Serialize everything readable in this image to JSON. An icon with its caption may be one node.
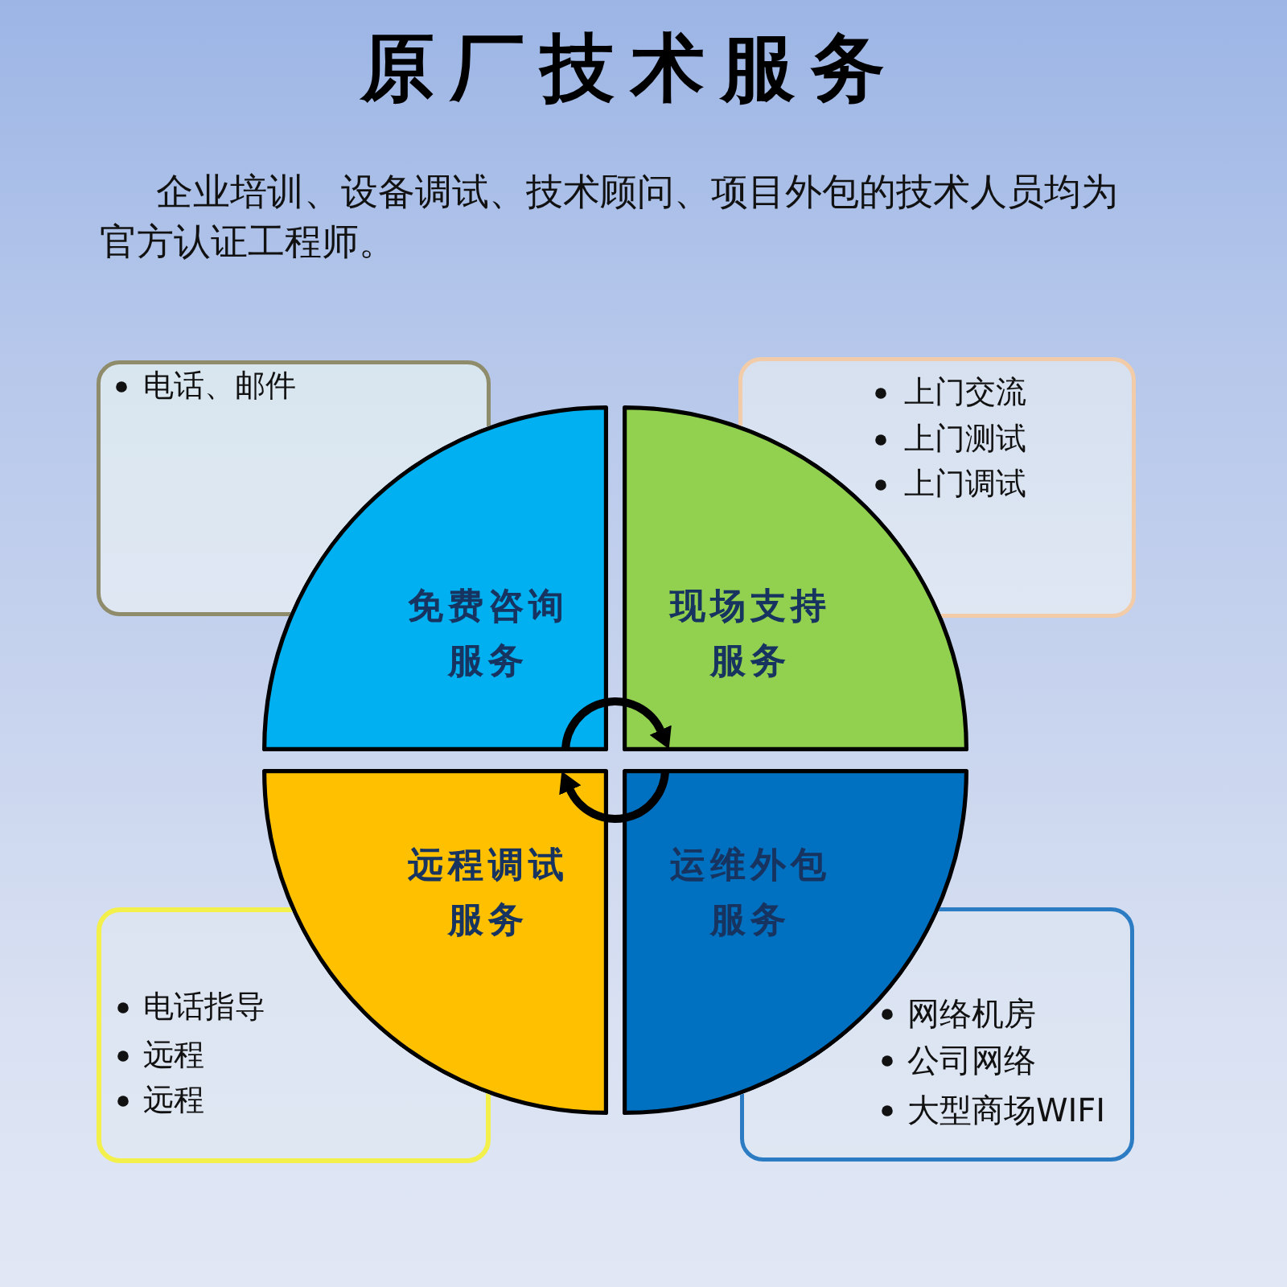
{
  "diagram": {
    "title": "原厂技术服务",
    "nodes": [
      {
        "text": [
          "电话、邮件"
        ]
      },
      {
        "text": [
          "上门交流",
          "上门测试",
          "上门调试"
        ]
      },
      {
        "text": [
          "免费咨询服务"
        ]
      },
      {
        "text": [
          "现场支持服务"
        ]
      },
      {
        "text": [
          "远程调试服务"
        ]
      },
      {
        "text": [
          "运维外包服务"
        ]
      },
      {
        "text": [
          "电话指导",
          "远程",
          "远程"
        ]
      },
      {
        "text": [
          "网络机房",
          "公司网络",
          "大型商场WIFI"
        ]
      }
    ],
    "edges": [
      {
        "from": 2,
        "to": 3,
        "arrow": "to"
      },
      {
        "from": 5,
        "to": 4,
        "arrow": "to"
      }
    ],
    "labels": [
      "企业培训、设备调试、技术顾问、项目外包的技术人员均为官方认证工程师。"
    ]
  }
}
